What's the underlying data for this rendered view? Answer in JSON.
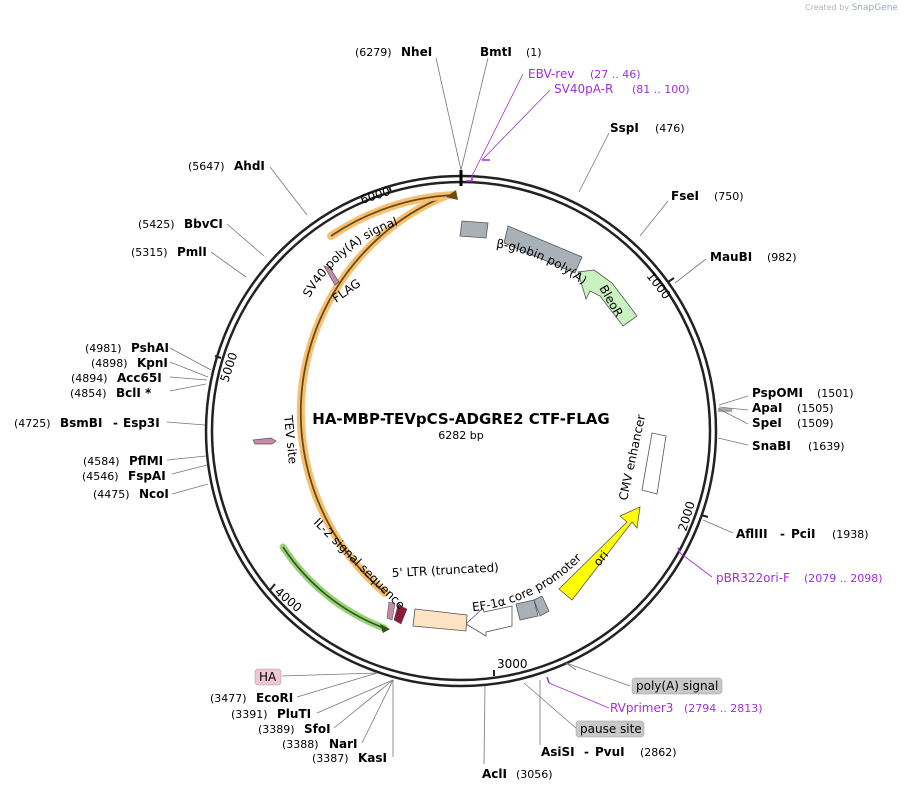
{
  "credit": {
    "created_by": "Created by",
    "app": "SnapGene"
  },
  "plasmid": {
    "name": "HA-MBP-TEVpCS-ADGRE2 CTF-FLAG",
    "size": "6282 bp"
  },
  "colors": {
    "primer": "#a12fd6",
    "backbone": "#222222",
    "orange_highlight": "#f5c070",
    "green_highlight": "#9ad07a",
    "ori": "#ffff00",
    "bleor": "#c8f2c0",
    "ltr": "#fde2c4",
    "grey_feature": "#a9b1b8",
    "tag": "#c98aa8"
  },
  "ticks": [
    "1000",
    "2000",
    "3000",
    "4000",
    "5000",
    "6000"
  ],
  "enzymes": [
    {
      "name": "NheI",
      "pos": "(6279)"
    },
    {
      "name": "BmtI",
      "pos": "(1)"
    },
    {
      "name": "SspI",
      "pos": "(476)"
    },
    {
      "name": "FseI",
      "pos": "(750)"
    },
    {
      "name": "MauBI",
      "pos": "(982)"
    },
    {
      "name": "PspOMI",
      "pos": "(1501)"
    },
    {
      "name": "ApaI",
      "pos": "(1505)"
    },
    {
      "name": "SpeI",
      "pos": "(1509)"
    },
    {
      "name": "SnaBI",
      "pos": "(1639)"
    },
    {
      "name": "AflIII",
      "name2": "PciI",
      "pos": "(1938)"
    },
    {
      "name": "AsiSI",
      "name2": "PvuI",
      "pos": "(2862)"
    },
    {
      "name": "AclI",
      "pos": "(3056)"
    },
    {
      "name": "KasI",
      "pos": "(3387)"
    },
    {
      "name": "NarI",
      "pos": "(3388)"
    },
    {
      "name": "SfoI",
      "pos": "(3389)"
    },
    {
      "name": "PluTI",
      "pos": "(3391)"
    },
    {
      "name": "EcoRI",
      "pos": "(3477)"
    },
    {
      "name": "NcoI",
      "pos": "(4475)"
    },
    {
      "name": "FspAI",
      "pos": "(4546)"
    },
    {
      "name": "PflMI",
      "pos": "(4584)"
    },
    {
      "name": "BsmBI",
      "name2": "Esp3I",
      "pos": "(4725)"
    },
    {
      "name": "BclI *",
      "pos": "(4854)"
    },
    {
      "name": "Acc65I",
      "pos": "(4894)"
    },
    {
      "name": "KpnI",
      "pos": "(4898)"
    },
    {
      "name": "PshAI",
      "pos": "(4981)"
    },
    {
      "name": "PmlI",
      "pos": "(5315)"
    },
    {
      "name": "BbvCI",
      "pos": "(5425)"
    },
    {
      "name": "AhdI",
      "pos": "(5647)"
    }
  ],
  "primers": [
    {
      "name": "EBV-rev",
      "range": "(27 .. 46)"
    },
    {
      "name": "SV40pA-R",
      "range": "(81 .. 100)"
    },
    {
      "name": "pBR322ori-F",
      "range": "(2079 .. 2098)"
    },
    {
      "name": "RVprimer3",
      "range": "(2794 .. 2813)"
    }
  ],
  "features": {
    "sv40": "SV40 poly(A) signal",
    "flag": "FLAG",
    "bglobin": "β-globin poly(A)",
    "bleor": "BleoR",
    "cmv": "CMV enhancer",
    "ori": "ori",
    "ef1a": "EF-1α core promoter",
    "ltr": "5' LTR (truncated)",
    "il2": "IL-2 signal sequence",
    "tev": "TEV site",
    "ha": "HA",
    "polya": "poly(A) signal",
    "pause": "pause site"
  }
}
